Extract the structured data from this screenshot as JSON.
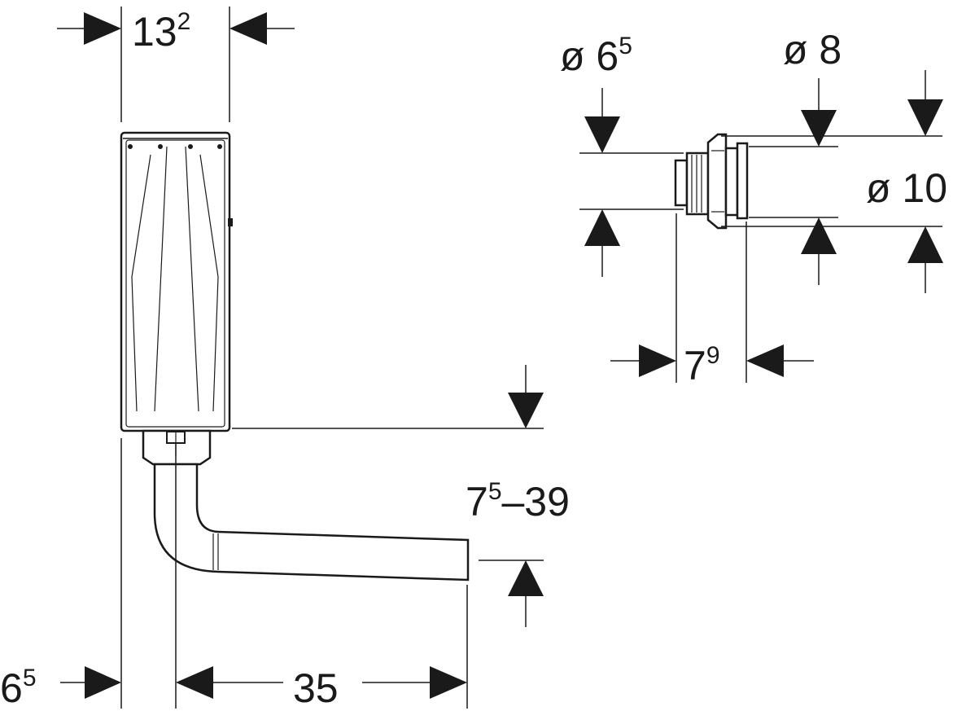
{
  "labels": {
    "width_top": {
      "base": "13",
      "sup": "2"
    },
    "dia_small": {
      "prefix": "ø 6",
      "sup": "5"
    },
    "dia_mid": "ø 8",
    "dia_large": "ø 10",
    "depth_valve": {
      "base": "7",
      "sup": "9"
    },
    "height_range": {
      "base": "7",
      "sup": "5",
      "rest": "–39"
    },
    "offset_left": {
      "base": "6",
      "sup": "5"
    },
    "pipe_length": "35"
  },
  "colors": {
    "line": "#1a1a1a",
    "background": "#ffffff"
  }
}
